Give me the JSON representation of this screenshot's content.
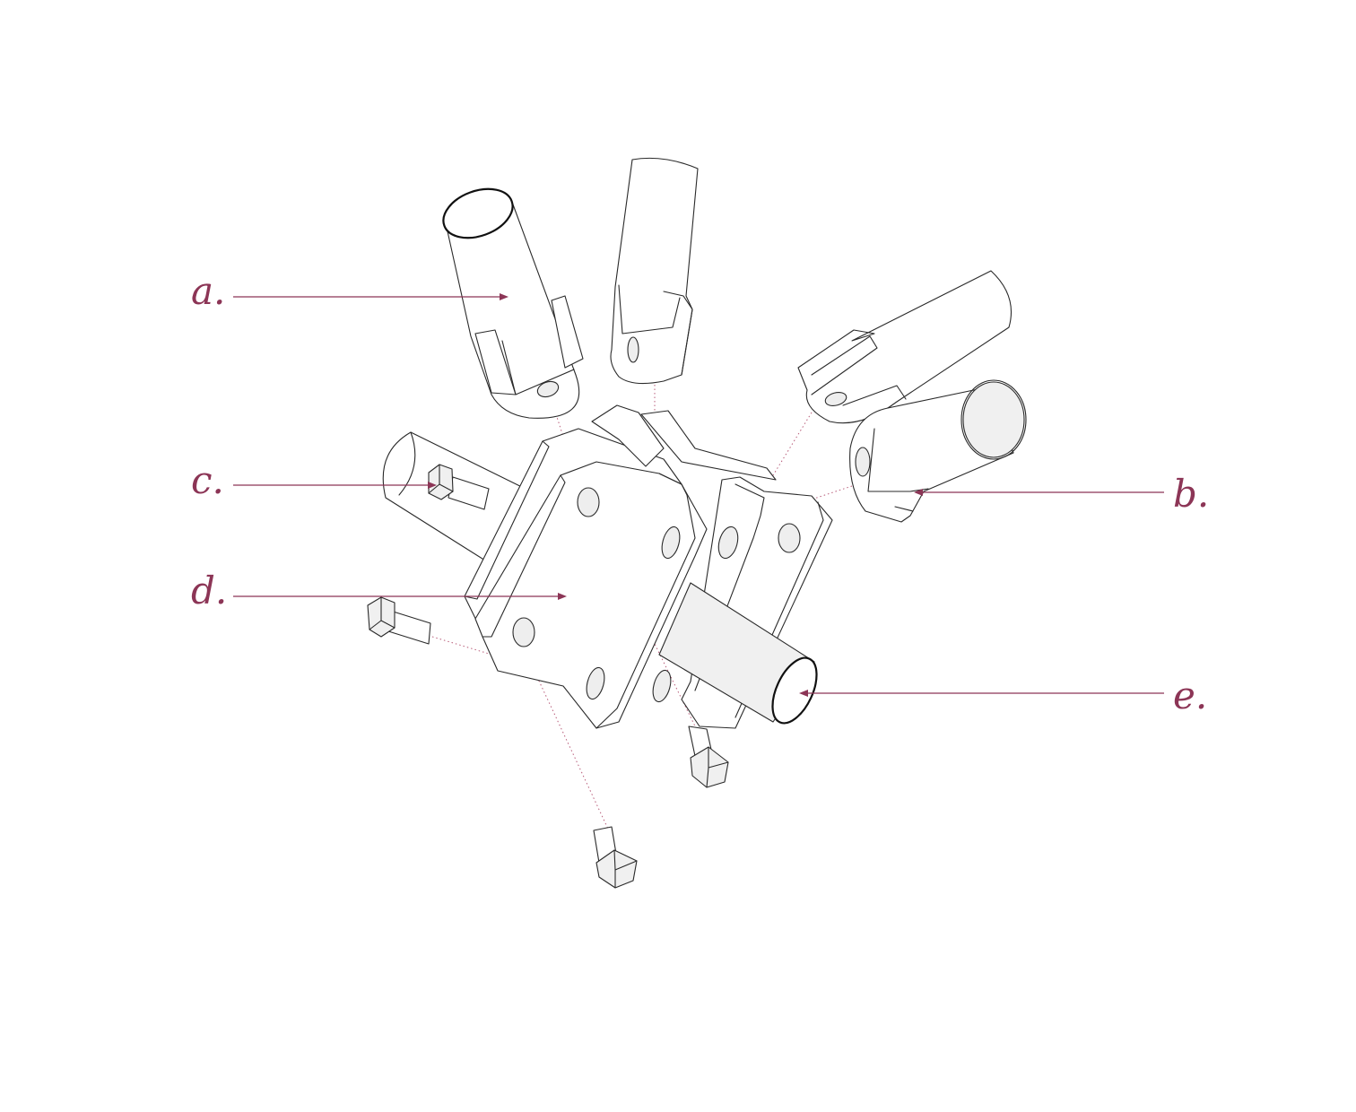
{
  "callouts": [
    {
      "id": "a",
      "label": "a."
    },
    {
      "id": "b",
      "label": "b."
    },
    {
      "id": "c",
      "label": "c."
    },
    {
      "id": "d",
      "label": "d."
    },
    {
      "id": "e",
      "label": "e."
    }
  ],
  "colors": {
    "accent": "#8c3556",
    "line": "#2a2a2a",
    "shade": "#f0f0f0",
    "background": "#ffffff"
  }
}
